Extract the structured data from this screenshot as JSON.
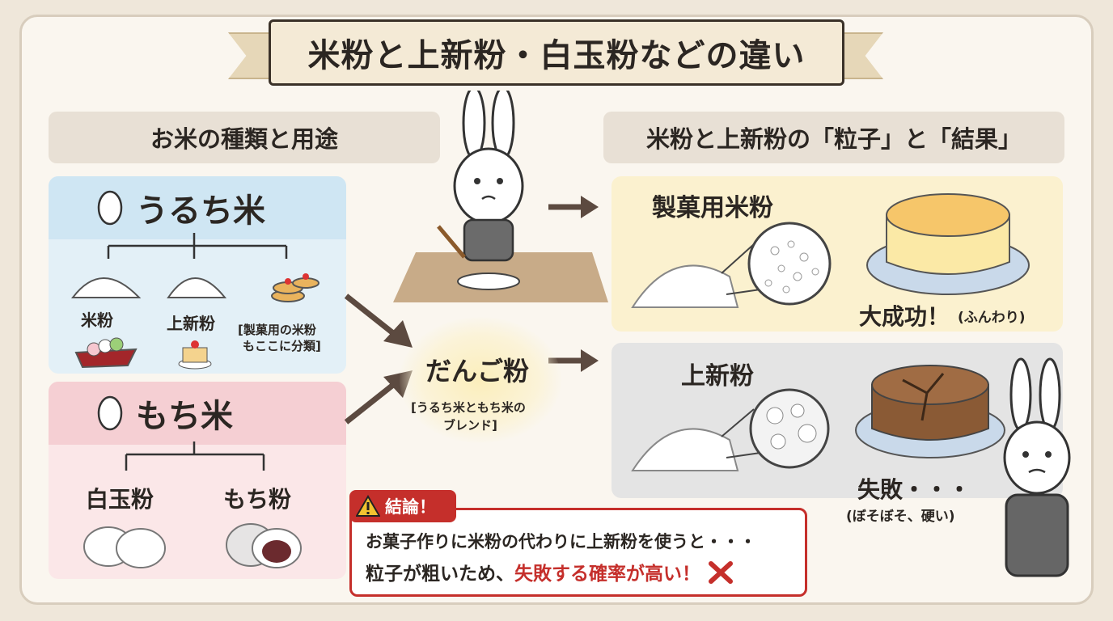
{
  "title": "米粉と上新粉・白玉粉などの違い",
  "left_header": "お米の種類と用途",
  "right_header": "米粉と上新粉の「粒子」と「結果」",
  "uruchi": {
    "name": "うるち米",
    "items": [
      "米粉",
      "上新粉"
    ],
    "note_line1": "[製菓用の米粉",
    "note_line2": "もここに分類]"
  },
  "mochi": {
    "name": "もち米",
    "items": [
      "白玉粉",
      "もち粉"
    ]
  },
  "dango": {
    "name": "だんご粉",
    "note_line1": "[うるち米ともち米の",
    "note_line2": "ブレンド]"
  },
  "result_good": {
    "label": "製菓用米粉",
    "result": "大成功！",
    "detail": "(ふんわり)"
  },
  "result_bad": {
    "label": "上新粉",
    "result": "失敗・・・",
    "detail": "(ぼそぼそ、硬い)"
  },
  "conclusion": {
    "tag": "結論！",
    "line1": "お菓子作りに米粉の代わりに上新粉を使うと・・・",
    "line2_prefix": "粒子が粗いため、",
    "line2_highlight": "失敗する確率が高い！"
  },
  "colors": {
    "uruchi_bg": "#e3f0f7",
    "uruchi_head": "#cfe6f3",
    "mochi_bg": "#fbe7e8",
    "mochi_head": "#f5cfd3",
    "good_bg": "#fbf1cf",
    "bad_bg": "#e4e4e4",
    "accent_red": "#c52f2b",
    "arrow": "#5c4a40"
  }
}
